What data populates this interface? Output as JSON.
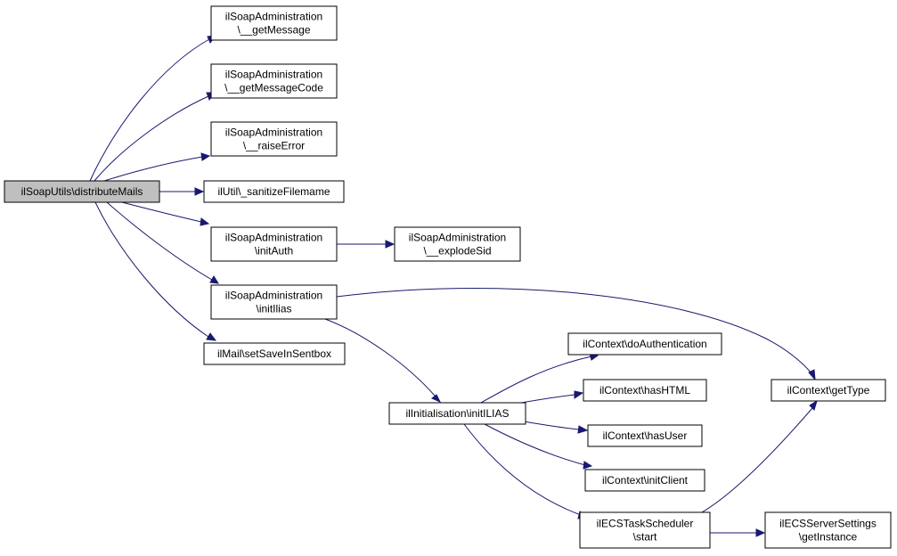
{
  "colors": {
    "edge": "#191970",
    "node_fill": "#ffffff",
    "root_fill": "#bfbfbf",
    "border": "#000000"
  },
  "nodes": {
    "root": [
      "ilSoapUtils\\distributeMails"
    ],
    "getMessage": [
      "ilSoapAdministration",
      "\\__getMessage"
    ],
    "getMessageCode": [
      "ilSoapAdministration",
      "\\__getMessageCode"
    ],
    "raiseError": [
      "ilSoapAdministration",
      "\\__raiseError"
    ],
    "sanitizeFilemame": [
      "ilUtil\\_sanitizeFilemame"
    ],
    "initAuth": [
      "ilSoapAdministration",
      "\\initAuth"
    ],
    "explodeSid": [
      "ilSoapAdministration",
      "\\__explodeSid"
    ],
    "initIlias": [
      "ilSoapAdministration",
      "\\initIlias"
    ],
    "setSaveInSentbox": [
      "ilMail\\setSaveInSentbox"
    ],
    "initILIAS": [
      "ilInitialisation\\initILIAS"
    ],
    "doAuthentication": [
      "ilContext\\doAuthentication"
    ],
    "hasHTML": [
      "ilContext\\hasHTML"
    ],
    "hasUser": [
      "ilContext\\hasUser"
    ],
    "initClient": [
      "ilContext\\initClient"
    ],
    "taskStart": [
      "ilECSTaskScheduler",
      "\\start"
    ],
    "getType": [
      "ilContext\\getType"
    ],
    "getInstance": [
      "ilECSServerSettings",
      "\\getInstance"
    ]
  },
  "edges": [
    [
      "root",
      "getMessage"
    ],
    [
      "root",
      "getMessageCode"
    ],
    [
      "root",
      "raiseError"
    ],
    [
      "root",
      "sanitizeFilemame"
    ],
    [
      "root",
      "initAuth"
    ],
    [
      "root",
      "initIlias"
    ],
    [
      "root",
      "setSaveInSentbox"
    ],
    [
      "initAuth",
      "explodeSid"
    ],
    [
      "initIlias",
      "getType"
    ],
    [
      "initIlias",
      "initILIAS"
    ],
    [
      "initILIAS",
      "doAuthentication"
    ],
    [
      "initILIAS",
      "hasHTML"
    ],
    [
      "initILIAS",
      "hasUser"
    ],
    [
      "initILIAS",
      "initClient"
    ],
    [
      "initILIAS",
      "taskStart"
    ],
    [
      "taskStart",
      "getType"
    ],
    [
      "taskStart",
      "getInstance"
    ]
  ]
}
